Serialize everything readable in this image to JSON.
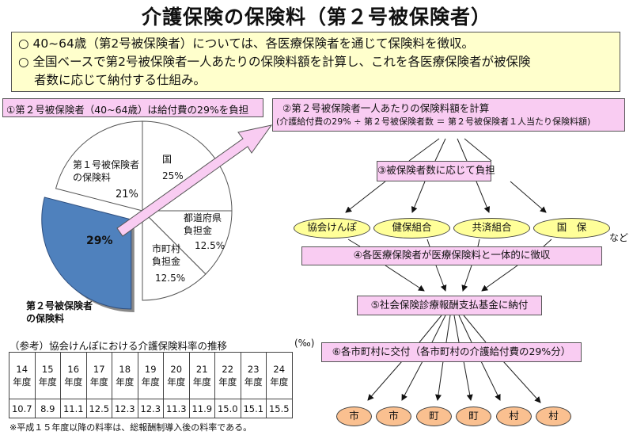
{
  "title": "介護保険の保険料（第２号被保険者）",
  "summary": {
    "lines": [
      "○ 40~64歳（第2号被保険者）については、各医療保険者を通じて保険料を徴収。",
      "○ 全国ベースで第2号被保険者一人あたりの保険料額を計算し、これを各医療保険者が被保険",
      "者数に応じて納付する仕組み。"
    ]
  },
  "steps": {
    "step1": "①第２号被保険者（40~64歳）は給付費の29%を負担",
    "step2_title": "②第２号被保険者一人あたりの保険料額を計算",
    "step2_formula": "(介護給付費の29% ÷ 第２号被保険者数 ＝ 第２号被保険者１人当たり保険料額)",
    "step3": "③被保険者数に応じて負担",
    "step4": "④各医療保険者が医療保険料と一体的に徴収",
    "step5": "⑤社会保険診療報酬支払基金に納付",
    "step6": "⑥各市町村に交付（各市町村の介護給付費の29%分）"
  },
  "insurers": [
    "協会けんぽ",
    "健保組合",
    "共済組合",
    "国　保"
  ],
  "insurers_suffix": "など",
  "municipalities": [
    "市",
    "市",
    "町",
    "町",
    "村",
    "村"
  ],
  "colors": {
    "summary_bg": "#ffffcc",
    "step_box_bg": "#f9ccf2",
    "insurer_bg": "#ffff99",
    "municipality_bg": "#fac090",
    "highlight_slice": "#4f81bd",
    "arrow_fill": "#f9ccf2"
  },
  "chart_data": {
    "type": "pie",
    "title": "①第２号被保険者（40~64歳）は給付費の29%を負担",
    "slices": [
      {
        "label": "国",
        "value": 25,
        "value_label": "25%",
        "highlight": false
      },
      {
        "label": "都道府県負担金",
        "value": 12.5,
        "value_label": "12.5%",
        "highlight": false
      },
      {
        "label": "市町村負担金",
        "value": 12.5,
        "value_label": "12.5%",
        "highlight": false
      },
      {
        "label": "第２号被保険者の保険料",
        "value": 29,
        "value_label": "29%",
        "highlight": true
      },
      {
        "label": "第１号被保険者の保険料",
        "value": 21,
        "value_label": "21%",
        "highlight": false
      }
    ],
    "start_angle": "top",
    "direction": "clockwise",
    "exploded": "第２号被保険者の保険料"
  },
  "pie_labels": {
    "kuni": "国",
    "kuni_pct": "25%",
    "pref_1": "都道府県",
    "pref_2": "負担金",
    "pref_pct": "12.5%",
    "muni_1": "市町村",
    "muni_2": "負担金",
    "muni_pct": "12.5%",
    "first_1": "第１号被保険者",
    "first_2": "の保険料",
    "first_pct": "21%",
    "second_pct": "29%",
    "second_legend_1": "第２号被保険者",
    "second_legend_2": "の保険料"
  },
  "rate_table": {
    "caption": "（参考）協会けんぽにおける介護保険料率の推移",
    "unit": "(‰)",
    "years": [
      "14",
      "15",
      "16",
      "17",
      "18",
      "19",
      "20",
      "21",
      "22",
      "23",
      "24"
    ],
    "year_suffix": "年度",
    "rates": [
      "10.7",
      "8.9",
      "11.1",
      "12.5",
      "12.3",
      "12.3",
      "11.3",
      "11.9",
      "15.0",
      "15.1",
      "15.5"
    ],
    "footnote": "※平成１５年度以降の料率は、総報酬制導入後の料率である。"
  }
}
